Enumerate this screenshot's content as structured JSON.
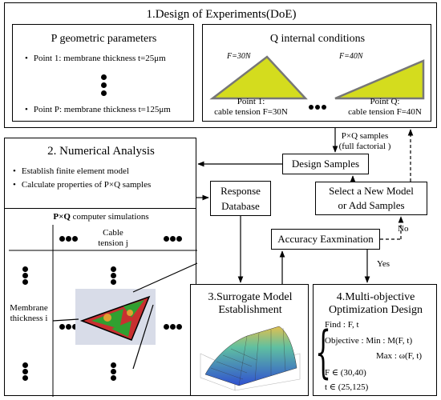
{
  "doe": {
    "title": "1.Design of Experiments(DoE)",
    "p_box": {
      "title": "P geometric parameters",
      "point1": "Point 1: membrane thickness t=25μm",
      "pointP": "Point P: membrane thickness t=125μm"
    },
    "q_box": {
      "title": "Q internal conditions",
      "force1_top": "F=30N",
      "force2_top": "F=40N",
      "point1_line1": "Point 1:",
      "point1_line2": "cable tension F=30N",
      "pointQ_line1": "Point Q:",
      "pointQ_line2": "cable tension F=40N"
    }
  },
  "samples_note_line1": "P×Q samples",
  "samples_note_line2": "(full factorial )",
  "design_samples": "Design Samples",
  "select_model_line1": "Select a New Model",
  "select_model_line2": "or Add Samples",
  "numerical": {
    "title": "2. Numerical Analysis",
    "bullet1": "Establish finite element model",
    "bullet2": "Calculate properties of P×Q samples",
    "sim_title_bold": "P×Q",
    "sim_title_rest": " computer simulations",
    "cable_line1": "Cable",
    "cable_line2": "tension j",
    "membrane_line1": "Membrane",
    "membrane_line2": "thickness i"
  },
  "response_db_line1": "Response",
  "response_db_line2": "Database",
  "accuracy": "Accuracy Eaxmination",
  "no_label": "No",
  "yes_label": "Yes",
  "surrogate_line1": "3.Surrogate  Model",
  "surrogate_line2": "Establishment",
  "optimization": {
    "title_line1": "4.Multi-objective",
    "title_line2": "Optimization Design",
    "find": "Find : F, t",
    "objective_min": "Objective : Min : M(F, t)",
    "objective_max": "Max : ω(F, t)",
    "constraint_f": "F ∈  (30,40)",
    "constraint_t": "t ∈  (25,125)"
  },
  "colors": {
    "membrane_fill": "#d4dc1e",
    "surface_top": "#e0c050",
    "surface_bottom": "#3050d0",
    "fem_red": "#c83030",
    "fem_green": "#30a030"
  }
}
